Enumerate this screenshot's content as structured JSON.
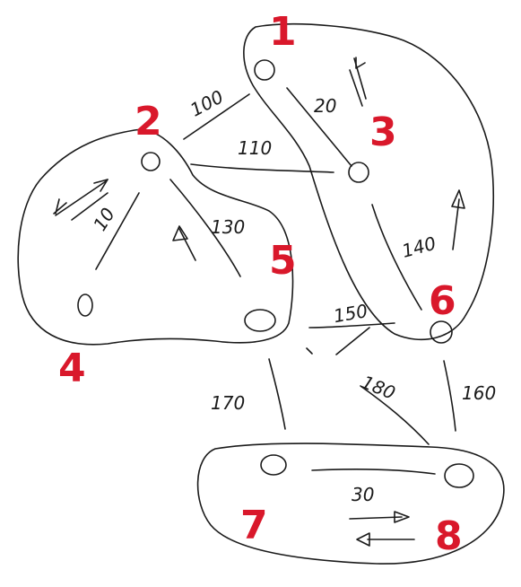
{
  "colors": {
    "ink": "#1a1a1a",
    "cluster_label": "#d9182b"
  },
  "clusters": [
    {
      "id": "1",
      "label": "1"
    },
    {
      "id": "2",
      "label": "2"
    },
    {
      "id": "3",
      "label": "3"
    },
    {
      "id": "4",
      "label": "4"
    },
    {
      "id": "5",
      "label": "5"
    },
    {
      "id": "6",
      "label": "6"
    },
    {
      "id": "7",
      "label": "7"
    },
    {
      "id": "8",
      "label": "8"
    }
  ],
  "edge_labels": {
    "e100": "100",
    "e20": "20",
    "e110": "110",
    "e10": "10",
    "e130": "130",
    "e140": "140",
    "e150": "150",
    "e170": "170",
    "e180": "180",
    "e160": "160",
    "e30": "30"
  }
}
